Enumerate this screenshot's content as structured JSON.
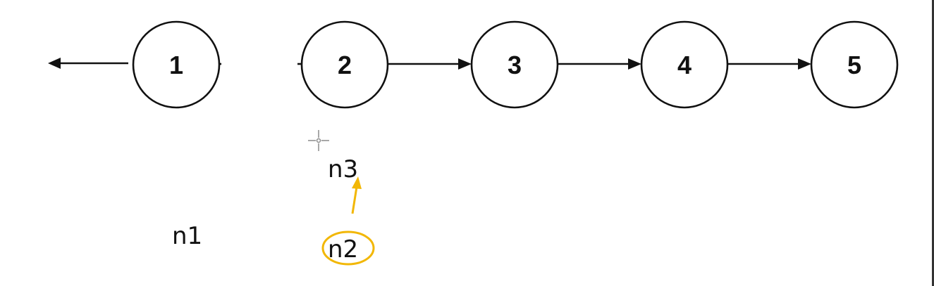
{
  "nodes": [
    {
      "label": "1"
    },
    {
      "label": "2"
    },
    {
      "label": "3"
    },
    {
      "label": "4"
    },
    {
      "label": "5"
    }
  ],
  "pointers": {
    "n1": "n1",
    "n2": "n2",
    "n3": "n3"
  },
  "colors": {
    "ink": "#111111",
    "annotation": "#f2b705",
    "cursor": "#8a8a8a"
  }
}
